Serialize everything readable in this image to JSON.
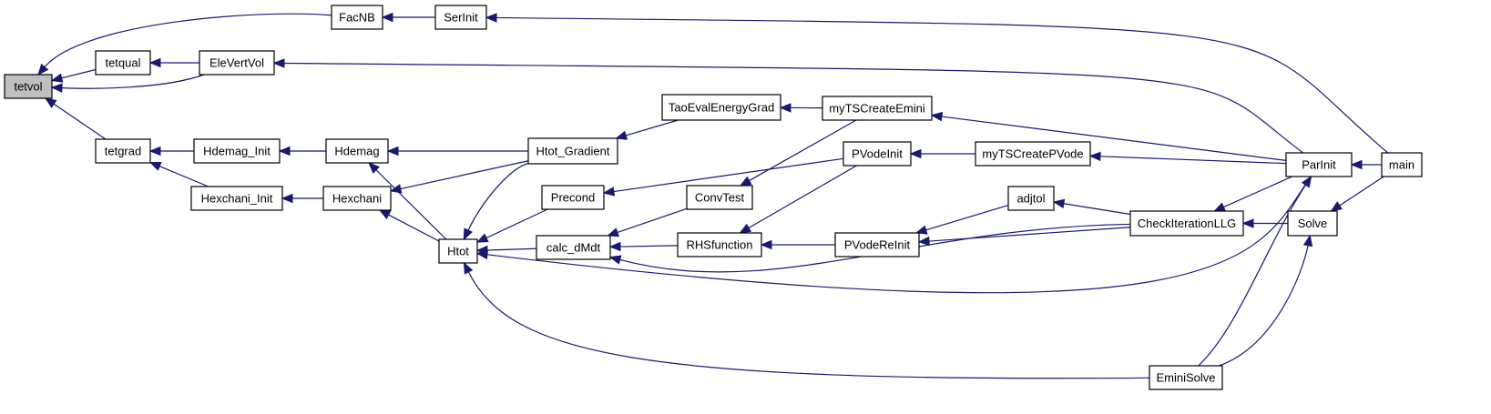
{
  "graph": {
    "edge_color": "#191970",
    "node_fill": "#ffffff",
    "root_fill": "#bfbfbf",
    "nodes": {
      "tetvol": "tetvol",
      "tetqual": "tetqual",
      "tetgrad": "tetgrad",
      "FacNB": "FacNB",
      "SerInit": "SerInit",
      "EleVertVol": "EleVertVol",
      "Hdemag_Init": "Hdemag_Init",
      "Hexchani_Init": "Hexchani_Init",
      "Hdemag": "Hdemag",
      "Hexchani": "Hexchani",
      "Htot": "Htot",
      "Htot_Gradient": "Htot_Gradient",
      "Precond": "Precond",
      "calc_dMdt": "calc_dMdt",
      "TaoEvalEnergyGrad": "TaoEvalEnergyGrad",
      "ConvTest": "ConvTest",
      "RHSfunction": "RHSfunction",
      "myTSCreateEmini": "myTSCreateEmini",
      "PVodeInit": "PVodeInit",
      "PVodeReInit": "PVodeReInit",
      "myTSCreatePVode": "myTSCreatePVode",
      "adjtol": "adjtol",
      "CheckIterationLLG": "CheckIterationLLG",
      "ParInit": "ParInit",
      "Solve": "Solve",
      "EminiSolve": "EminiSolve",
      "main": "main"
    },
    "edges": [
      [
        "FacNB",
        "tetvol"
      ],
      [
        "tetqual",
        "tetvol"
      ],
      [
        "EleVertVol",
        "tetvol"
      ],
      [
        "tetgrad",
        "tetvol"
      ],
      [
        "EleVertVol",
        "tetqual"
      ],
      [
        "SerInit",
        "FacNB"
      ],
      [
        "main",
        "SerInit"
      ],
      [
        "ParInit",
        "EleVertVol"
      ],
      [
        "Hdemag_Init",
        "tetgrad"
      ],
      [
        "Hexchani_Init",
        "tetgrad"
      ],
      [
        "Hdemag",
        "Hdemag_Init"
      ],
      [
        "Hexchani",
        "Hexchani_Init"
      ],
      [
        "Htot_Gradient",
        "Hdemag"
      ],
      [
        "Htot",
        "Hdemag"
      ],
      [
        "Htot_Gradient",
        "Hexchani"
      ],
      [
        "Htot",
        "Hexchani"
      ],
      [
        "Htot_Gradient",
        "Htot"
      ],
      [
        "Precond",
        "Htot"
      ],
      [
        "calc_dMdt",
        "Htot"
      ],
      [
        "ParInit",
        "Htot"
      ],
      [
        "EminiSolve",
        "Htot"
      ],
      [
        "TaoEvalEnergyGrad",
        "Htot_Gradient"
      ],
      [
        "myTSCreateEmini",
        "TaoEvalEnergyGrad"
      ],
      [
        "PVodeInit",
        "Precond"
      ],
      [
        "ConvTest",
        "calc_dMdt"
      ],
      [
        "RHSfunction",
        "calc_dMdt"
      ],
      [
        "CheckIterationLLG",
        "calc_dMdt"
      ],
      [
        "myTSCreateEmini",
        "ConvTest"
      ],
      [
        "PVodeInit",
        "RHSfunction"
      ],
      [
        "PVodeReInit",
        "RHSfunction"
      ],
      [
        "ParInit",
        "myTSCreateEmini"
      ],
      [
        "myTSCreatePVode",
        "PVodeInit"
      ],
      [
        "adjtol",
        "PVodeReInit"
      ],
      [
        "CheckIterationLLG",
        "PVodeReInit"
      ],
      [
        "ParInit",
        "myTSCreatePVode"
      ],
      [
        "CheckIterationLLG",
        "adjtol"
      ],
      [
        "ParInit",
        "CheckIterationLLG"
      ],
      [
        "Solve",
        "CheckIterationLLG"
      ],
      [
        "main",
        "ParInit"
      ],
      [
        "EminiSolve",
        "ParInit"
      ],
      [
        "main",
        "Solve"
      ],
      [
        "EminiSolve",
        "Solve"
      ]
    ]
  }
}
